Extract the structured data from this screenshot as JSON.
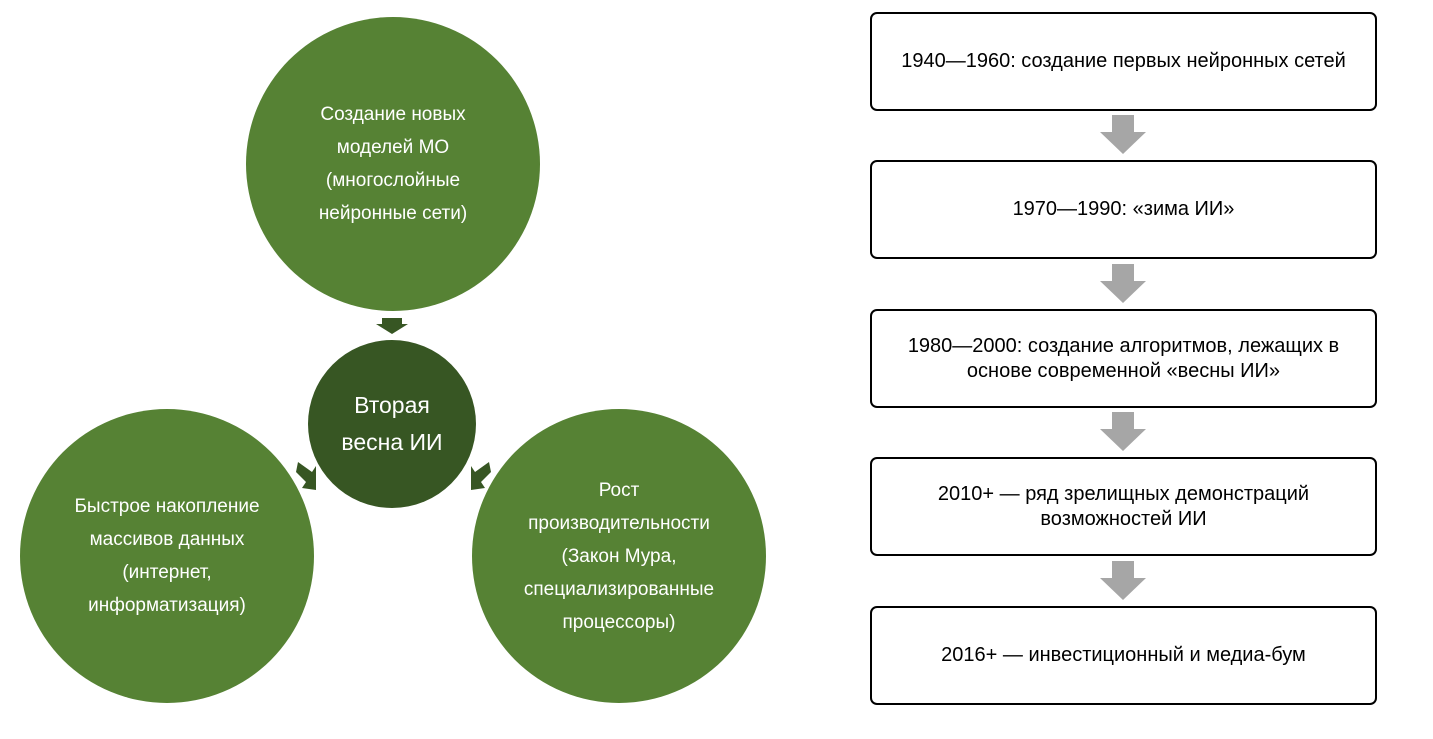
{
  "cycle": {
    "center": "Вторая\nвесна ИИ",
    "top": "Создание новых\nмоделей МО\n(многослойные\nнейронные сети)",
    "left": "Быстрое накопление\nмассивов данных\n(интернет,\nинформатизация)",
    "right": "Рост\nпроизводительности\n(Закон Мура,\nспециализированные\nпроцессоры)"
  },
  "timeline": {
    "step1": "1940—1960: создание первых нейронных сетей",
    "step2": "1970—1990: «зима ИИ»",
    "step3": "1980—2000: создание алгоритмов, лежащих в\nосновe современной «весны ИИ»",
    "step4": "2010+ — ряд зрелищных демонстраций\nвозможностей ИИ",
    "step5": "2016+ — инвестиционный и медиа-бум"
  },
  "colors": {
    "outer_circle": "#568234",
    "center_circle": "#375623",
    "flow_arrow": "#a6a6a6"
  }
}
